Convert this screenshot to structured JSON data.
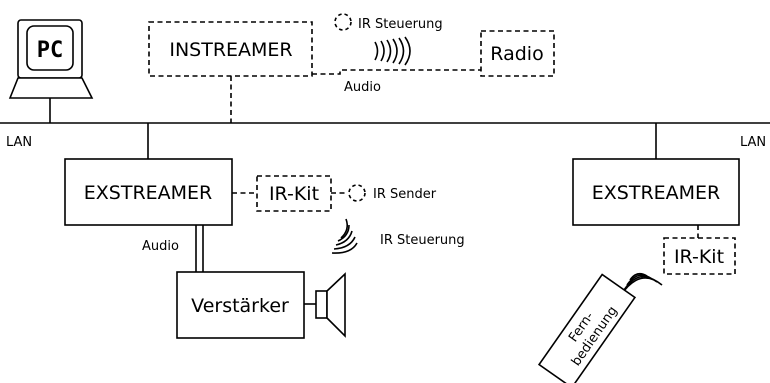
{
  "pc": {
    "label": "PC"
  },
  "instreamer": {
    "label": "INSTREAMER"
  },
  "radio": {
    "label": "Radio"
  },
  "ir_steuerung_top": {
    "label": "IR Steuerung"
  },
  "audio_top": {
    "label": "Audio"
  },
  "lan_left": {
    "label": "LAN"
  },
  "lan_right": {
    "label": "LAN"
  },
  "exstreamer_left": {
    "label": "EXSTREAMER"
  },
  "irkit_left": {
    "label": "IR-Kit"
  },
  "ir_sender": {
    "label": "IR Sender"
  },
  "ir_steuerung_mid": {
    "label": "IR Steuerung"
  },
  "audio_left": {
    "label": "Audio"
  },
  "verstaerker": {
    "label": "Verstärker"
  },
  "exstreamer_right": {
    "label": "EXSTREAMER"
  },
  "irkit_right": {
    "label": "IR-Kit"
  },
  "remote": {
    "line1": "Fern-",
    "line2": "bedienung"
  }
}
